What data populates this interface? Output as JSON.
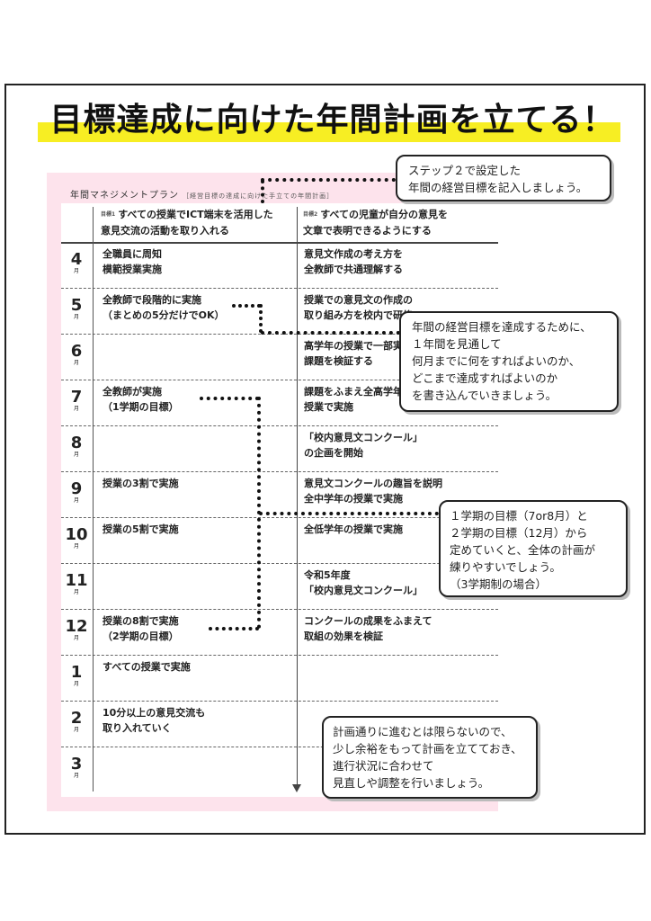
{
  "title": "目標達成に向けた年間計画を立てる！",
  "plan": {
    "label": "年間マネジメントプラン",
    "sublabel": "［経営目標の達成に向けた手立ての年間計画］",
    "header_tag": "目標1",
    "header_tag2": "目標2",
    "header_left": "すべての授業でICT端末を活用した\n意見交流の活動を取り入れる",
    "header_right": "すべての児童が自分の意見を\n文章で表明できるようにする",
    "month_unit": "月",
    "rows": [
      {
        "month": "4",
        "left": "全職員に周知\n模範授業実施",
        "right": "意見文作成の考え方を\n全教師で共通理解する"
      },
      {
        "month": "5",
        "left": "全教師で段階的に実施\n（まとめの5分だけでOK）",
        "right": "授業での意見文の作成の\n取り組み方を校内で研修"
      },
      {
        "month": "6",
        "left": "",
        "right": "高学年の授業で一部実施し\n課題を検証する"
      },
      {
        "month": "7",
        "left": "全教師が実施\n（1学期の目標）",
        "right": "課題をふまえ全高学年の\n授業で実施"
      },
      {
        "month": "8",
        "left": "",
        "right": "「校内意見文コンクール」\nの企画を開始"
      },
      {
        "month": "9",
        "left": "授業の3割で実施",
        "right": "意見文コンクールの趣旨を説明\n全中学年の授業で実施"
      },
      {
        "month": "10",
        "left": "授業の5割で実施",
        "right": "全低学年の授業で実施"
      },
      {
        "month": "11",
        "left": "",
        "right": "令和5年度\n「校内意見文コンクール」"
      },
      {
        "month": "12",
        "left": "授業の8割で実施\n（2学期の目標）",
        "right": "コンクールの成果をふまえて\n取組の効果を検証"
      },
      {
        "month": "1",
        "left": "すべての授業で実施",
        "right": ""
      },
      {
        "month": "2",
        "left": "10分以上の意見交流も\n取り入れていく",
        "right": ""
      },
      {
        "month": "3",
        "left": "",
        "right": ""
      }
    ]
  },
  "callouts": {
    "step2": "ステップ２で設定した\n年間の経営目標を記入しましょう。",
    "yearly": "年間の経営目標を達成するために、\n１年間を見通して\n何月までに何をすればよいのか、\nどこまで達成すればよいのか\nを書き込んでいきましょう。",
    "term": "１学期の目標（7or8月）と\n２学期の目標（12月）から\n定めていくと、全体の計画が\n練りやすいでしょう。\n（3学期制の場合）",
    "flex": "計画通りに進むとは限らないので、\n少し余裕をもって計画を立てておき、\n進行状況に合わせて\n見直しや調整を行いましょう。"
  },
  "colors": {
    "highlight": "#f7ee23",
    "pink_background": "#fde3ec"
  }
}
